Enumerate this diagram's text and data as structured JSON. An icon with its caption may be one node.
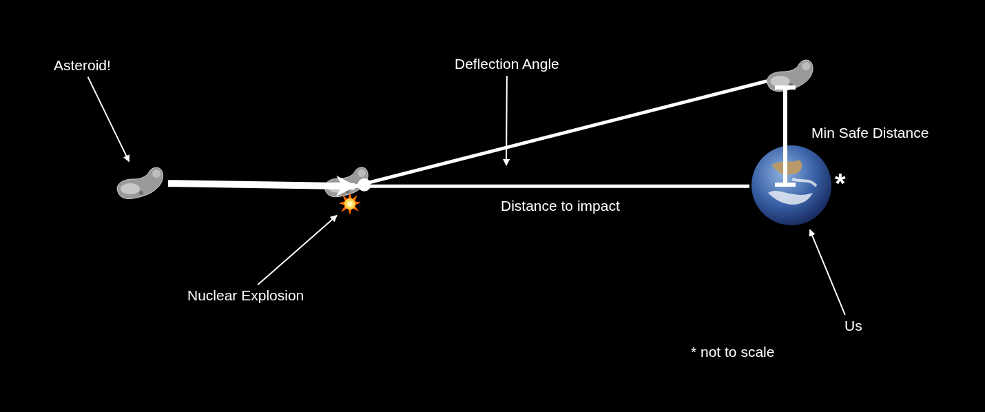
{
  "diagram": {
    "nodes": [
      {
        "text": [
          "Asteroid!"
        ]
      },
      {
        "text": [],
        "shape": "picture"
      },
      {
        "text": [],
        "shape": "picture"
      },
      {
        "text": [],
        "shape": "picture"
      },
      {
        "text": [
          "Nuclear Explosion"
        ]
      },
      {
        "text": [
          "Deflection Angle"
        ]
      },
      {
        "text": [],
        "shape": "picture"
      },
      {
        "text": [],
        "shape": "picture",
        "beside": [
          "*"
        ]
      },
      {
        "text": [
          "Us"
        ]
      }
    ],
    "edges": [
      {
        "from": 0,
        "to": 1,
        "arrow": "to"
      },
      {
        "from": 1,
        "to": 2,
        "arrow": "to",
        "style": "thick"
      },
      {
        "from": 2,
        "to": 6,
        "arrow": "none",
        "style": "thick"
      },
      {
        "from": 2,
        "to": 7,
        "arrow": "none",
        "label": "Distance to impact",
        "style": "thick"
      },
      {
        "from": 5,
        "to": null,
        "arrow": "to"
      },
      {
        "from": 4,
        "to": 3,
        "arrow": "to"
      },
      {
        "from": 8,
        "to": 7,
        "arrow": "to"
      }
    ],
    "labels": [
      "Min Safe Distance",
      "* not to scale"
    ]
  }
}
